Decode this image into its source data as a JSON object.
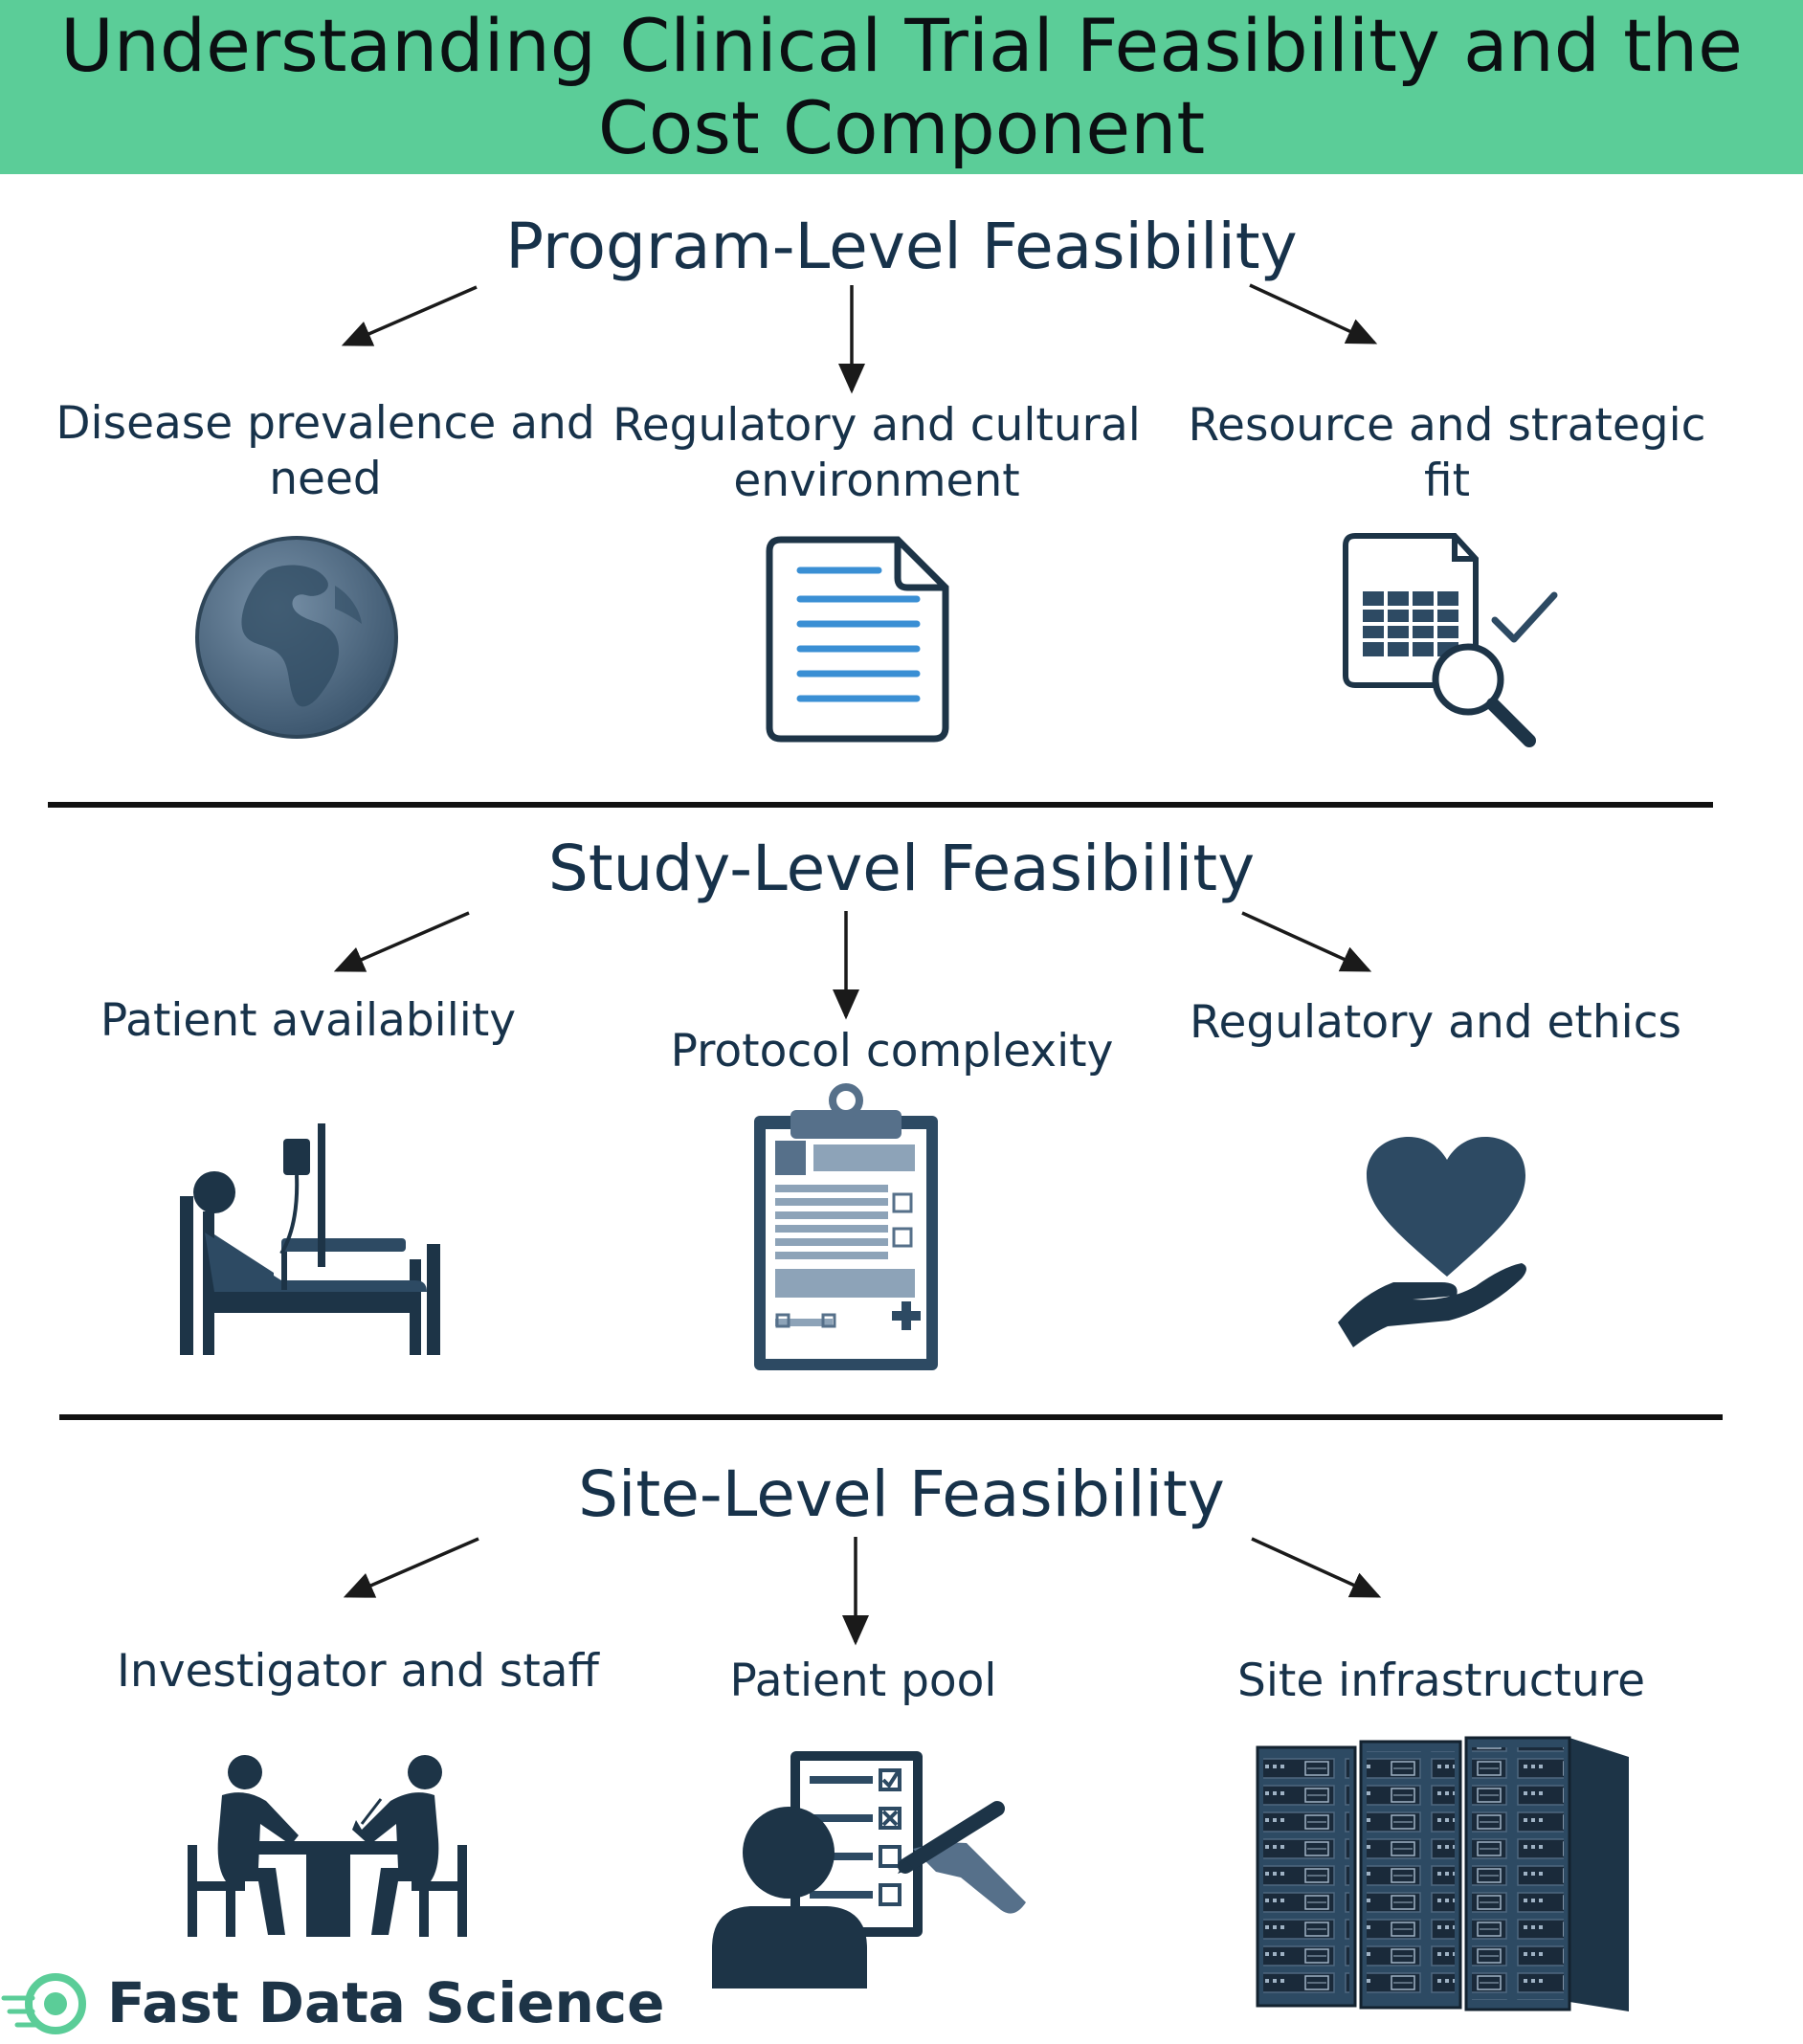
{
  "title": "Understanding Clinical Trial Feasibility and the Cost Component",
  "sections": [
    {
      "title": "Program-Level Feasibility",
      "items": [
        {
          "label": "Disease prevalence and need",
          "icon": "globe-icon"
        },
        {
          "label": "Regulatory and cultural environment",
          "icon": "document-icon"
        },
        {
          "label": "Resource and strategic fit",
          "icon": "spreadsheet-magnifier-icon"
        }
      ]
    },
    {
      "title": "Study-Level Feasibility",
      "items": [
        {
          "label": "Patient availability",
          "icon": "hospital-bed-icon"
        },
        {
          "label": "Protocol complexity",
          "icon": "clipboard-icon"
        },
        {
          "label": "Regulatory and ethics",
          "icon": "heart-hand-icon"
        }
      ]
    },
    {
      "title": "Site-Level Feasibility",
      "items": [
        {
          "label": "Investigator and staff",
          "icon": "meeting-icon"
        },
        {
          "label": "Patient pool",
          "icon": "patient-form-icon"
        },
        {
          "label": "Site infrastructure",
          "icon": "server-rack-icon"
        }
      ]
    }
  ],
  "brand": {
    "name": "Fast Data Science"
  },
  "colors": {
    "header": "#5bcd98",
    "icon": "#2d4a63",
    "icon_light": "#56708a",
    "accent": "#3a8fd4"
  }
}
